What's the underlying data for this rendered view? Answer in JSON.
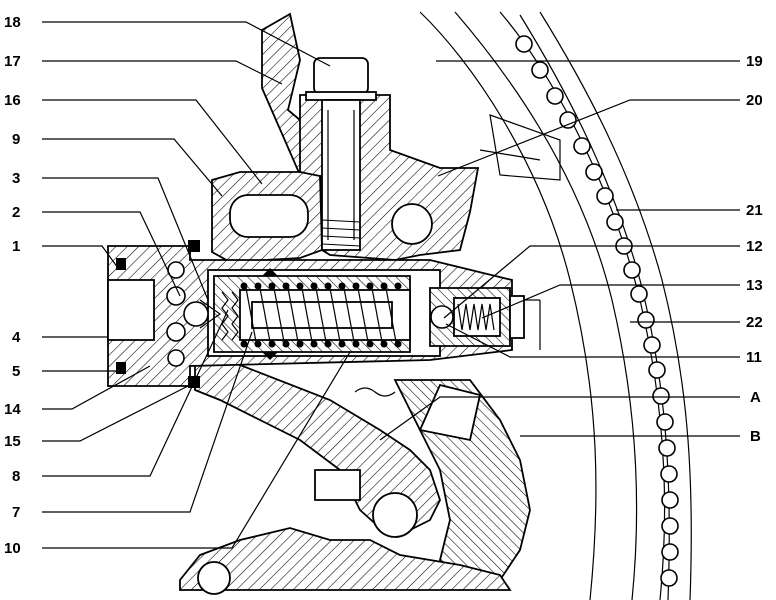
{
  "diagram": {
    "labels_left": [
      "18",
      "17",
      "16",
      "9",
      "3",
      "2",
      "1",
      "4",
      "5",
      "14",
      "15",
      "8",
      "7",
      "10"
    ],
    "labels_right": [
      "19",
      "20",
      "21",
      "12",
      "13",
      "22",
      "11",
      "A",
      "B"
    ]
  }
}
